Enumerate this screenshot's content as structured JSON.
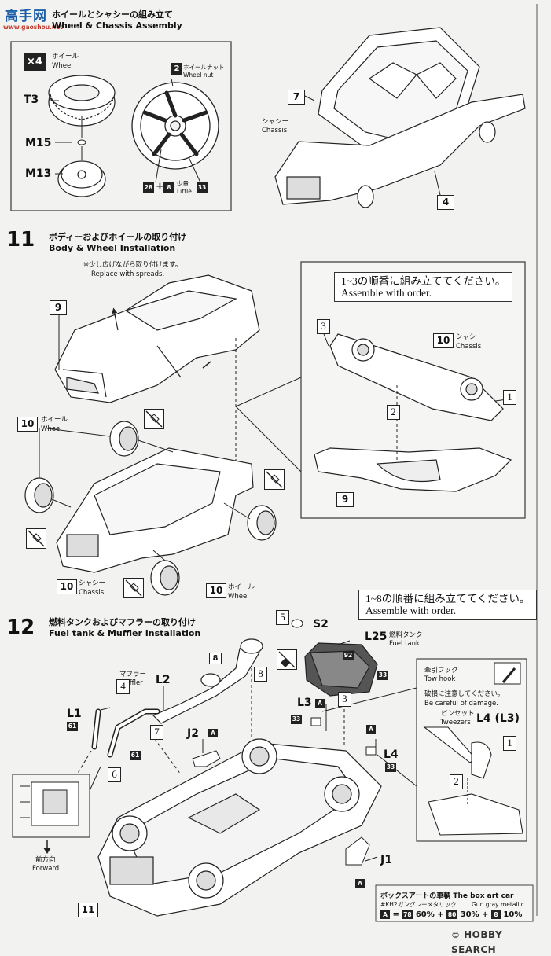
{
  "watermark": {
    "logo_text": "高手网",
    "site": "www.gaoshou.net"
  },
  "step10": {
    "title_jp": "ホイールとシャシーの組み立て",
    "title_en": "Wheel & Chassis Assembly",
    "qty": "×4",
    "wheel_jp": "ホイール",
    "wheel_en": "Wheel",
    "nut_num": "2",
    "nut_jp": "ホイールナット",
    "nut_en": "Wheel nut",
    "t3": "T3",
    "m15": "M15",
    "m13": "M13",
    "color_a": "28",
    "plus": "+",
    "color_b": "8",
    "little_jp": "少量",
    "little_en": "Little",
    "color_c": "33",
    "part7": "7",
    "part4": "4",
    "chassis_jp": "シャシー",
    "chassis_en": "Chassis"
  },
  "step11": {
    "num": "11",
    "title_jp": "ボディーおよびホイールの取り付け",
    "title_en": "Body & Wheel Installation",
    "note_jp": "※少し広げながら取り付けます。",
    "note_en": "Replace with spreads.",
    "part9": "9",
    "part10": "10",
    "wheel_jp": "ホイール",
    "wheel_en": "Wheel",
    "chassis_jp": "シャシー",
    "chassis_en": "Chassis",
    "order_jp": "1~3の順番に組み立ててください。",
    "order_en": "Assemble with order.",
    "seq": [
      "1",
      "2",
      "3"
    ]
  },
  "step12": {
    "num": "12",
    "title_jp": "燃料タンクおよびマフラーの取り付け",
    "title_en": "Fuel tank & Muffler Installation",
    "order_jp": "1~8の順番に組み立ててください。",
    "order_en": "Assemble with order.",
    "s2": "S2",
    "l25": "L25",
    "fuel_jp": "燃料タンク",
    "fuel_en": "Fuel tank",
    "muffler_jp": "マフラー",
    "muffler_en": "Muffler",
    "l1": "L1",
    "l2": "L2",
    "l3": "L3",
    "l4": "L4",
    "j1": "J1",
    "j2": "J2",
    "tag_a": "A",
    "c61": "61",
    "c33": "33",
    "c92": "92",
    "part8": "8",
    "part11": "11",
    "seq": [
      "1",
      "2",
      "3",
      "4",
      "5",
      "6",
      "7",
      "8"
    ],
    "tow_jp": "牽引フック",
    "tow_en": "Tow hook",
    "careful_jp": "破損に注意してください。",
    "careful_en": "Be careful of damage.",
    "tweezers_jp": "ピンセット",
    "tweezers_en": "Tweezers",
    "l4l3": "L4 (L3)",
    "forward_jp": "前方向",
    "forward_en": "Forward"
  },
  "boxart": {
    "title": "ボックスアートの車輌 The box art car",
    "code": "#KH2",
    "color_jp": "ガングレーメタリック",
    "color_en": "Gun gray metallic",
    "a": "A",
    "eq": "=",
    "c1": "78",
    "p1": "60%",
    "c2": "80",
    "p2": "30%",
    "c3": "8",
    "p3": "10%",
    "plus": "+"
  },
  "footer": {
    "brand": "HOBBY SEARCH"
  }
}
